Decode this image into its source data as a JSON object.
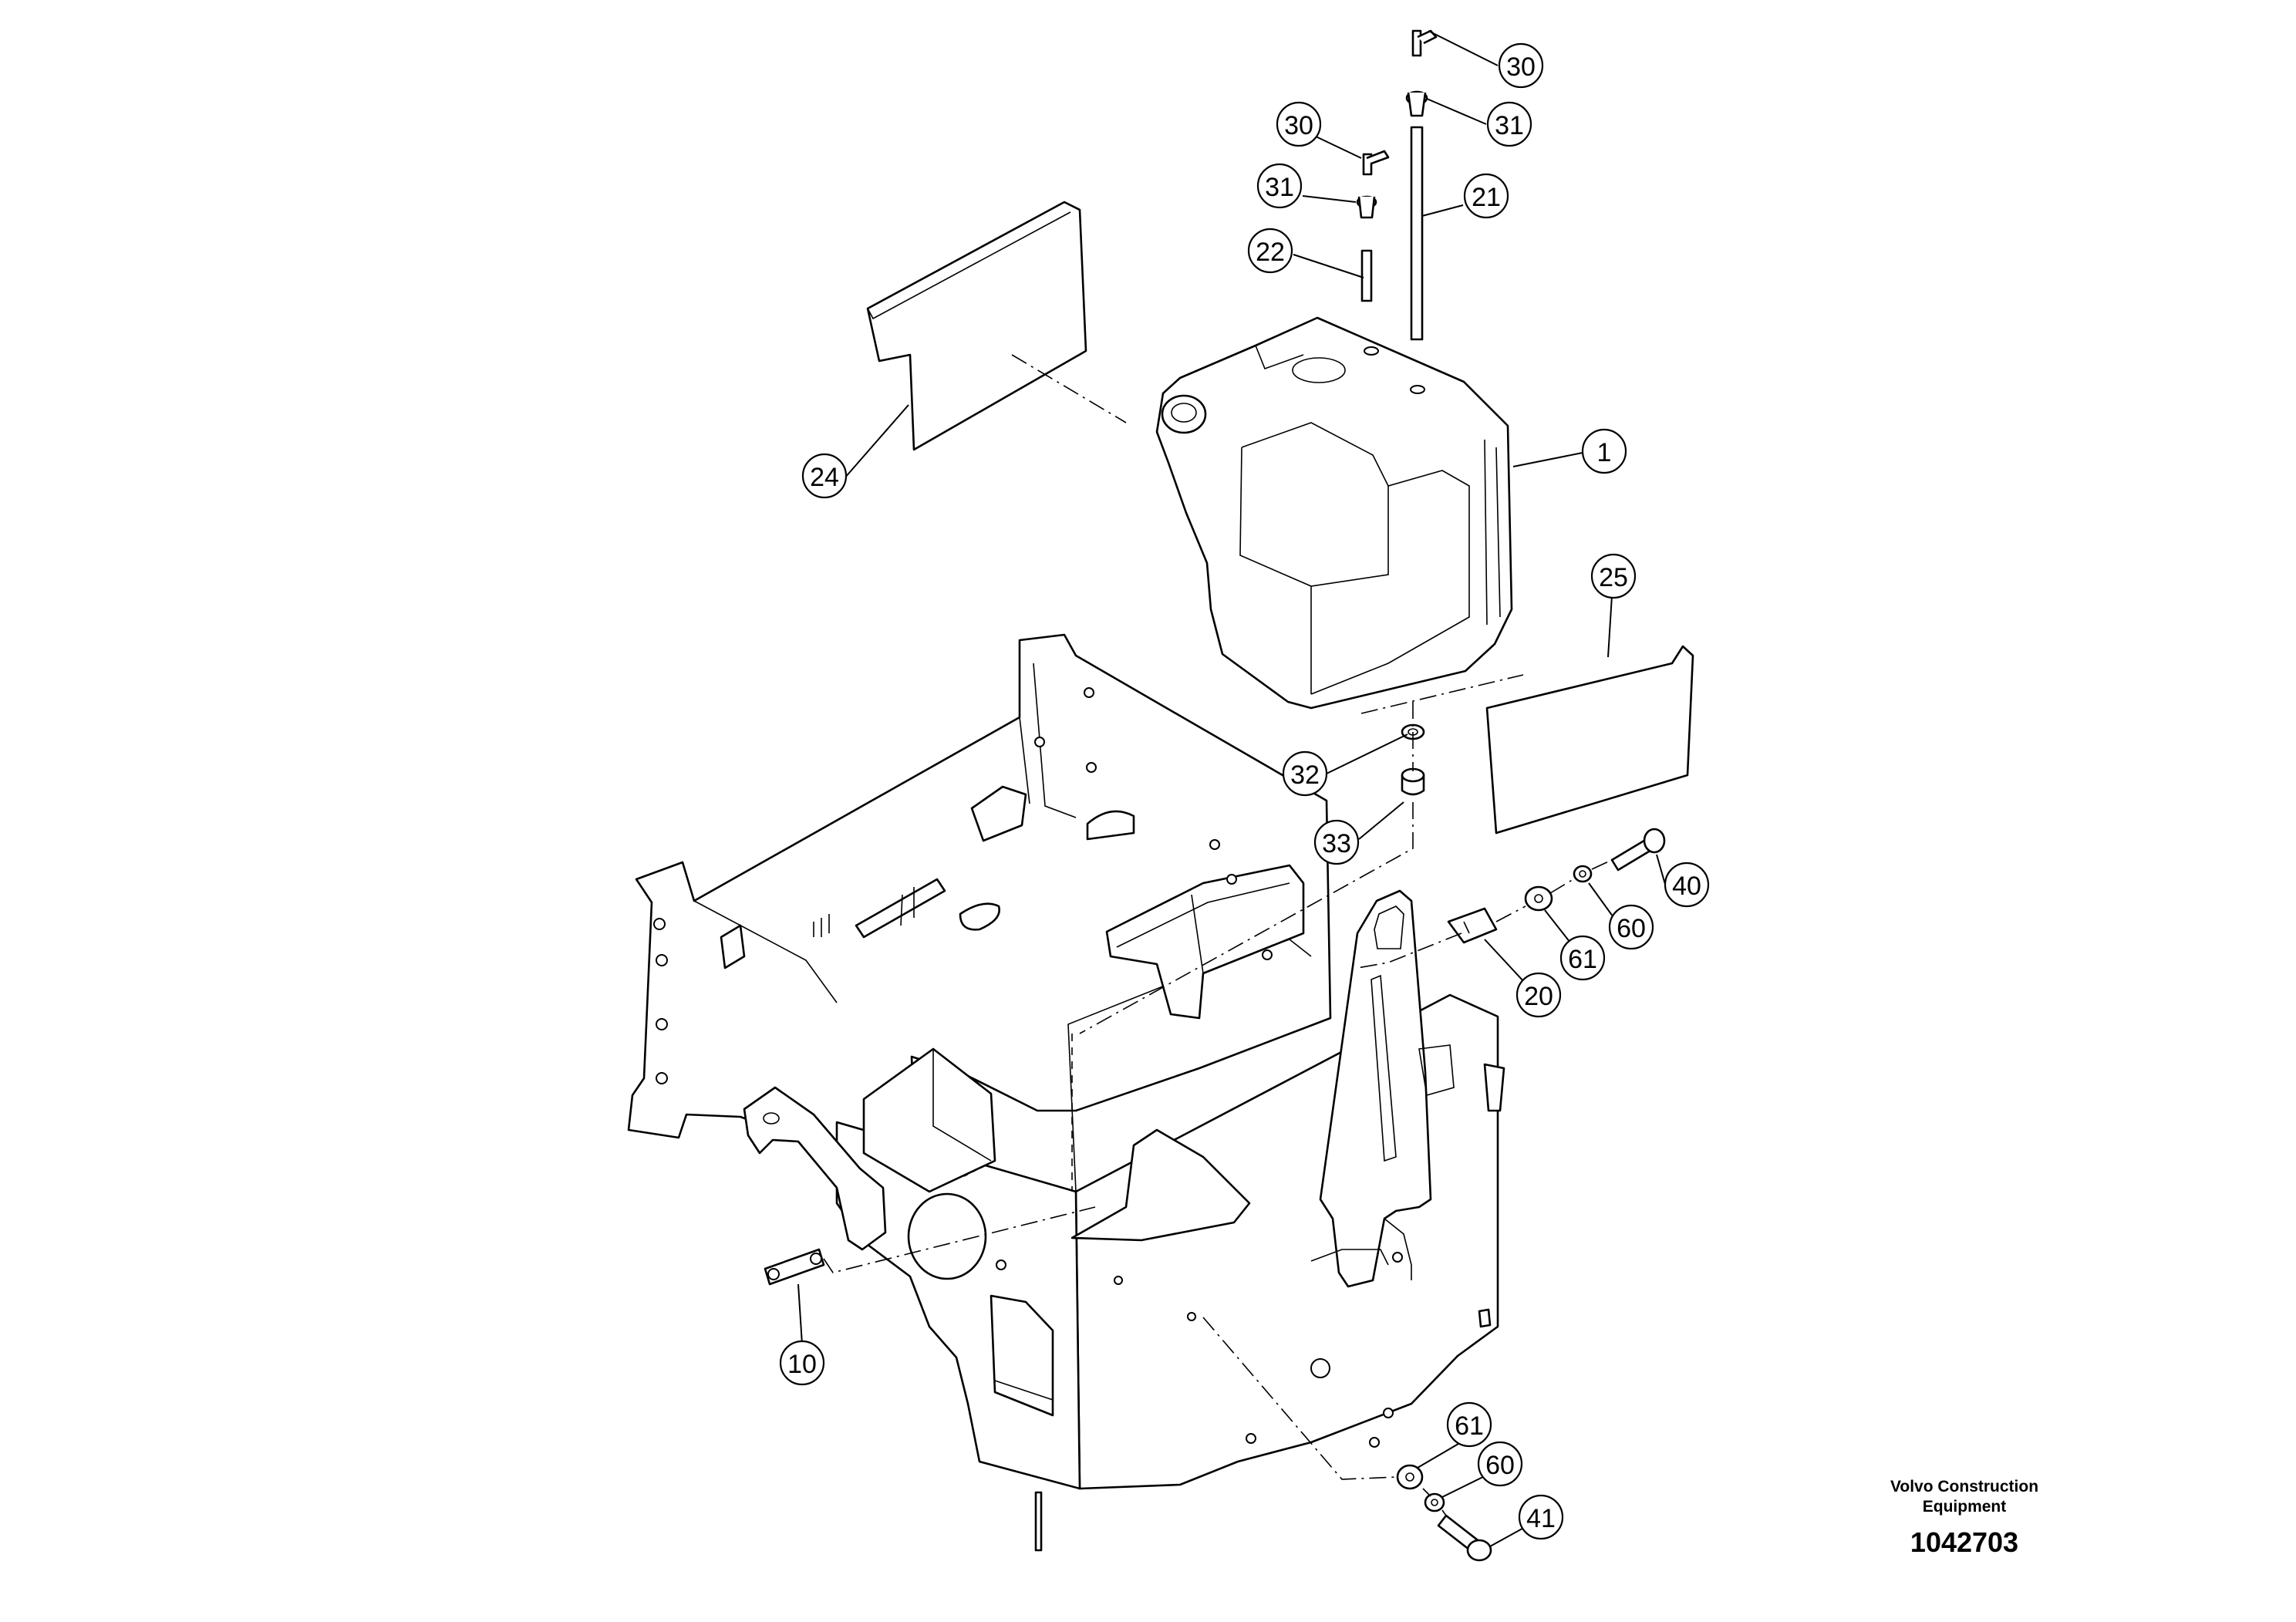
{
  "footer": {
    "company_line1": "Volvo Construction",
    "company_line2": "Equipment",
    "drawing_number": "1042703"
  },
  "callouts": [
    {
      "id": "c30a",
      "label": "30"
    },
    {
      "id": "c31a",
      "label": "31"
    },
    {
      "id": "c30b",
      "label": "30"
    },
    {
      "id": "c31b",
      "label": "31"
    },
    {
      "id": "c21",
      "label": "21"
    },
    {
      "id": "c22",
      "label": "22"
    },
    {
      "id": "c24",
      "label": "24"
    },
    {
      "id": "c1",
      "label": "1"
    },
    {
      "id": "c25",
      "label": "25"
    },
    {
      "id": "c32",
      "label": "32"
    },
    {
      "id": "c33",
      "label": "33"
    },
    {
      "id": "c40",
      "label": "40"
    },
    {
      "id": "c61a",
      "label": "61"
    },
    {
      "id": "c60a",
      "label": "60"
    },
    {
      "id": "c20",
      "label": "20"
    },
    {
      "id": "c10",
      "label": "10"
    },
    {
      "id": "c61b",
      "label": "61"
    },
    {
      "id": "c60b",
      "label": "60"
    },
    {
      "id": "c41",
      "label": "41"
    }
  ]
}
